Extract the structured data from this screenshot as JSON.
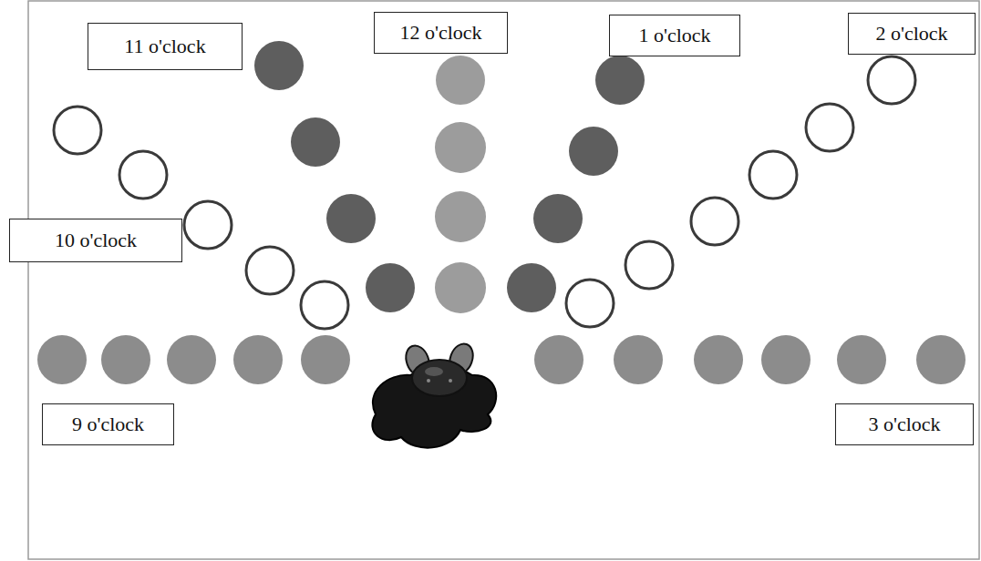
{
  "diagram": {
    "nodes": [
      {
        "text": [
          "11 o'clock"
        ]
      },
      {
        "text": [
          "12 o'clock"
        ]
      },
      {
        "text": [
          "1 o'clock"
        ]
      },
      {
        "text": [
          "2 o'clock"
        ]
      },
      {
        "text": [
          "10 o'clock"
        ]
      },
      {
        "text": [
          "9 o'clock"
        ]
      },
      {
        "text": [
          "3 o'clock"
        ]
      }
    ]
  }
}
